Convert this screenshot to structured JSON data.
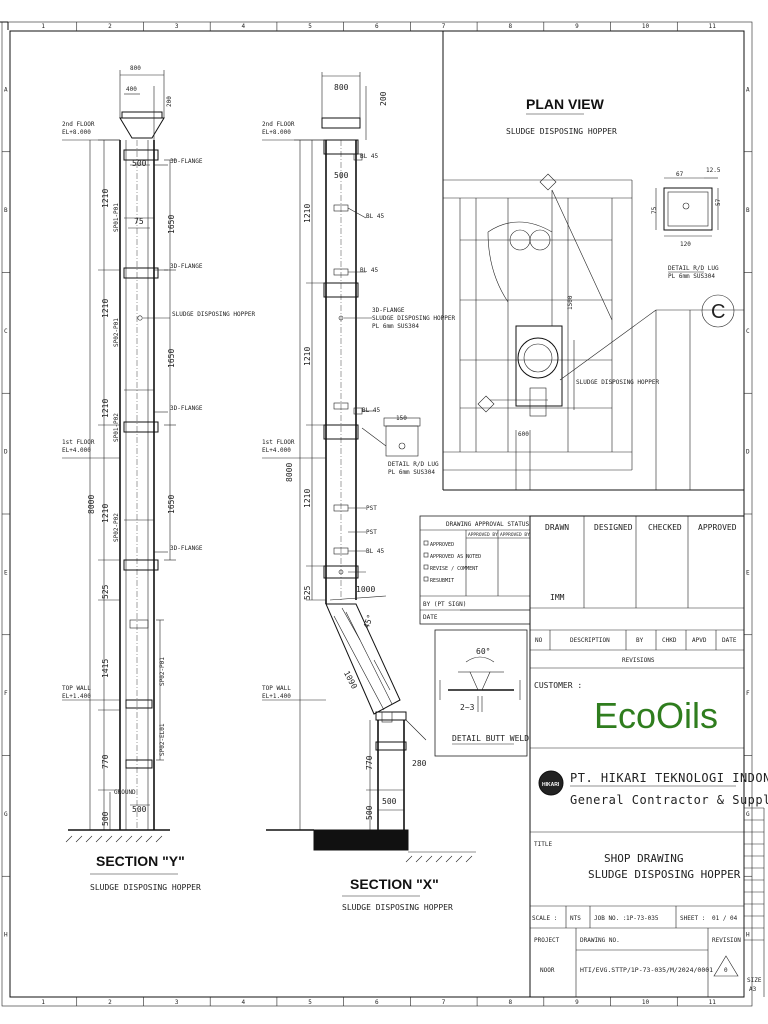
{
  "plan": {
    "title": "PLAN VIEW",
    "subtitle": "SLUDGE DISPOSING HOPPER"
  },
  "section_y": {
    "title": "SECTION \"Y\"",
    "subtitle": "SLUDGE DISPOSING HOPPER"
  },
  "section_x": {
    "title": "SECTION \"X\"",
    "subtitle": "SLUDGE DISPOSING HOPPER"
  },
  "dimensions": {
    "top_width": "800",
    "top_inner": "400",
    "top_height": "200",
    "w500": "500",
    "w75": "75",
    "h1210": "1210",
    "h1650": "1650",
    "h525": "525",
    "h1415": "1415",
    "h770": "770",
    "h500": "500",
    "total": "8000",
    "h1000": "1000",
    "d45": "45°",
    "h1090": "1090",
    "w280": "280",
    "w600": "600",
    "w1500": "1500"
  },
  "levels": {
    "fl1_name": "2nd FLOOR",
    "fl1_el": "EL+8.000",
    "fl2_name": "1st FLOOR",
    "fl2_el": "EL+4.000",
    "fl3_name": "TOP WALL",
    "fl3_el": "EL+1.400",
    "ground": "GROUND"
  },
  "parts": {
    "sp01": "SP01-P01",
    "sp02": "SP02-P01",
    "sp03": "SP01-P02",
    "sp04": "SP02-P02",
    "el1": "SP02-EL01",
    "pipe": "SLUDGE DISPOSING HOPPER",
    "flange": "3D-FLANGE",
    "plate": "PL 6mm SUS304",
    "bl": "BL 45",
    "pst": "PST"
  },
  "detail_rd": {
    "title": "DETAIL R/D LUG",
    "note": "PL 6mm SUS304",
    "w67": "67",
    "w125": "12.5",
    "w120": "120",
    "h75": "75",
    "h57": "57"
  },
  "detail_butt": {
    "title": "DETAIL BUTT WELD",
    "angle": "60°",
    "gap": "2~3"
  },
  "detail_lug": {
    "title": "DETAIL R/D LUG",
    "note": "PL 6mm SUS304",
    "w150": "150"
  },
  "callout": "C",
  "approval": {
    "header": "DRAWING APPROVAL STATUS",
    "approved_by": "APPROVED BY",
    "approved_by2": "APPROVED BY",
    "items": [
      "APPROVED",
      "APPROVED AS NOTED",
      "REVISE / COMMENT",
      "RESUBMIT"
    ],
    "by_label": "BY (PT SIGN)",
    "date_label": "DATE"
  },
  "signoff": {
    "drawn": "DRAWN",
    "designed": "DESIGNED",
    "checked": "CHECKED",
    "approved": "APPROVED",
    "drawn_by": "IMM"
  },
  "revisions": {
    "no": "NO",
    "description": "DESCRIPTION",
    "by": "BY",
    "chkd": "CHKD",
    "apvd": "APVD",
    "date": "DATE",
    "label": "REVISIONS"
  },
  "customer": {
    "label": "CUSTOMER :",
    "name": "EcoOils"
  },
  "company": {
    "name": "PT. HIKARI TEKNOLOGI INDONESIA",
    "tagline": "General Contractor & Supplier",
    "logo_text": "HIKARI"
  },
  "title_block": {
    "title_label": "TITLE",
    "line1": "SHOP DRAWING",
    "line2": "SLUDGE DISPOSING HOPPER",
    "scale_label": "SCALE :",
    "scale_value": "NTS",
    "job_label": "JOB NO. :",
    "job_value": "1P-73-035",
    "sheet_label": "SHEET :",
    "sheet_value": "01 / 04",
    "project_label": "PROJECT",
    "drawing_label": "DRAWING NO.",
    "project_value": "NOOR",
    "drawing_value": "HTI/EVG.STTP/1P-73-035/M/2024/0001",
    "revision_label": "REVISION",
    "revision_value": "0",
    "size_label": "SIZE",
    "size_value": "A3"
  },
  "grid": {
    "cols": [
      "1",
      "2",
      "3",
      "4",
      "5",
      "6",
      "7",
      "8",
      "9",
      "10",
      "11"
    ],
    "rows": [
      "A",
      "B",
      "C",
      "D",
      "E",
      "F",
      "G",
      "H"
    ]
  }
}
